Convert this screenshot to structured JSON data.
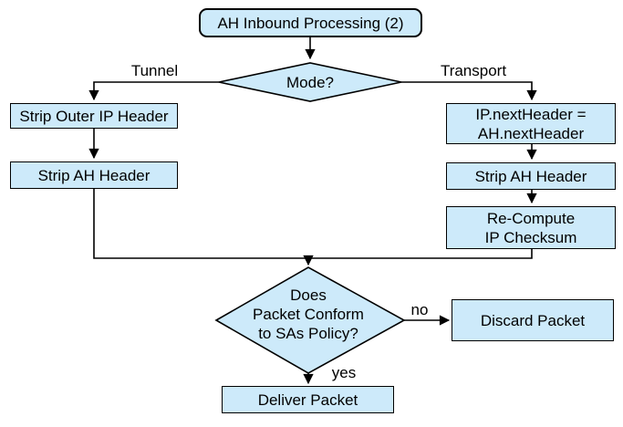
{
  "colors": {
    "node_fill": "#cdeafa",
    "node_border": "#000000",
    "line": "#000000",
    "background": "#ffffff",
    "text": "#000000"
  },
  "nodes": {
    "start": {
      "label": "AH Inbound Processing (2)"
    },
    "mode": {
      "label": "Mode?"
    },
    "strip_outer_ip": {
      "label": "Strip Outer IP Header"
    },
    "strip_ah_tunnel": {
      "label": "Strip AH Header"
    },
    "set_next_header": {
      "line1": "IP.nextHeader =",
      "line2": "AH.nextHeader"
    },
    "strip_ah_transport": {
      "label": "Strip AH Header"
    },
    "recompute_checksum": {
      "line1": "Re-Compute",
      "line2": "IP Checksum"
    },
    "policy_check": {
      "line1": "Does",
      "line2": "Packet Conform",
      "line3": "to SAs Policy?"
    },
    "discard_packet": {
      "label": "Discard Packet"
    },
    "deliver_packet": {
      "label": "Deliver Packet"
    }
  },
  "edge_labels": {
    "tunnel": "Tunnel",
    "transport": "Transport",
    "no": "no",
    "yes": "yes"
  }
}
